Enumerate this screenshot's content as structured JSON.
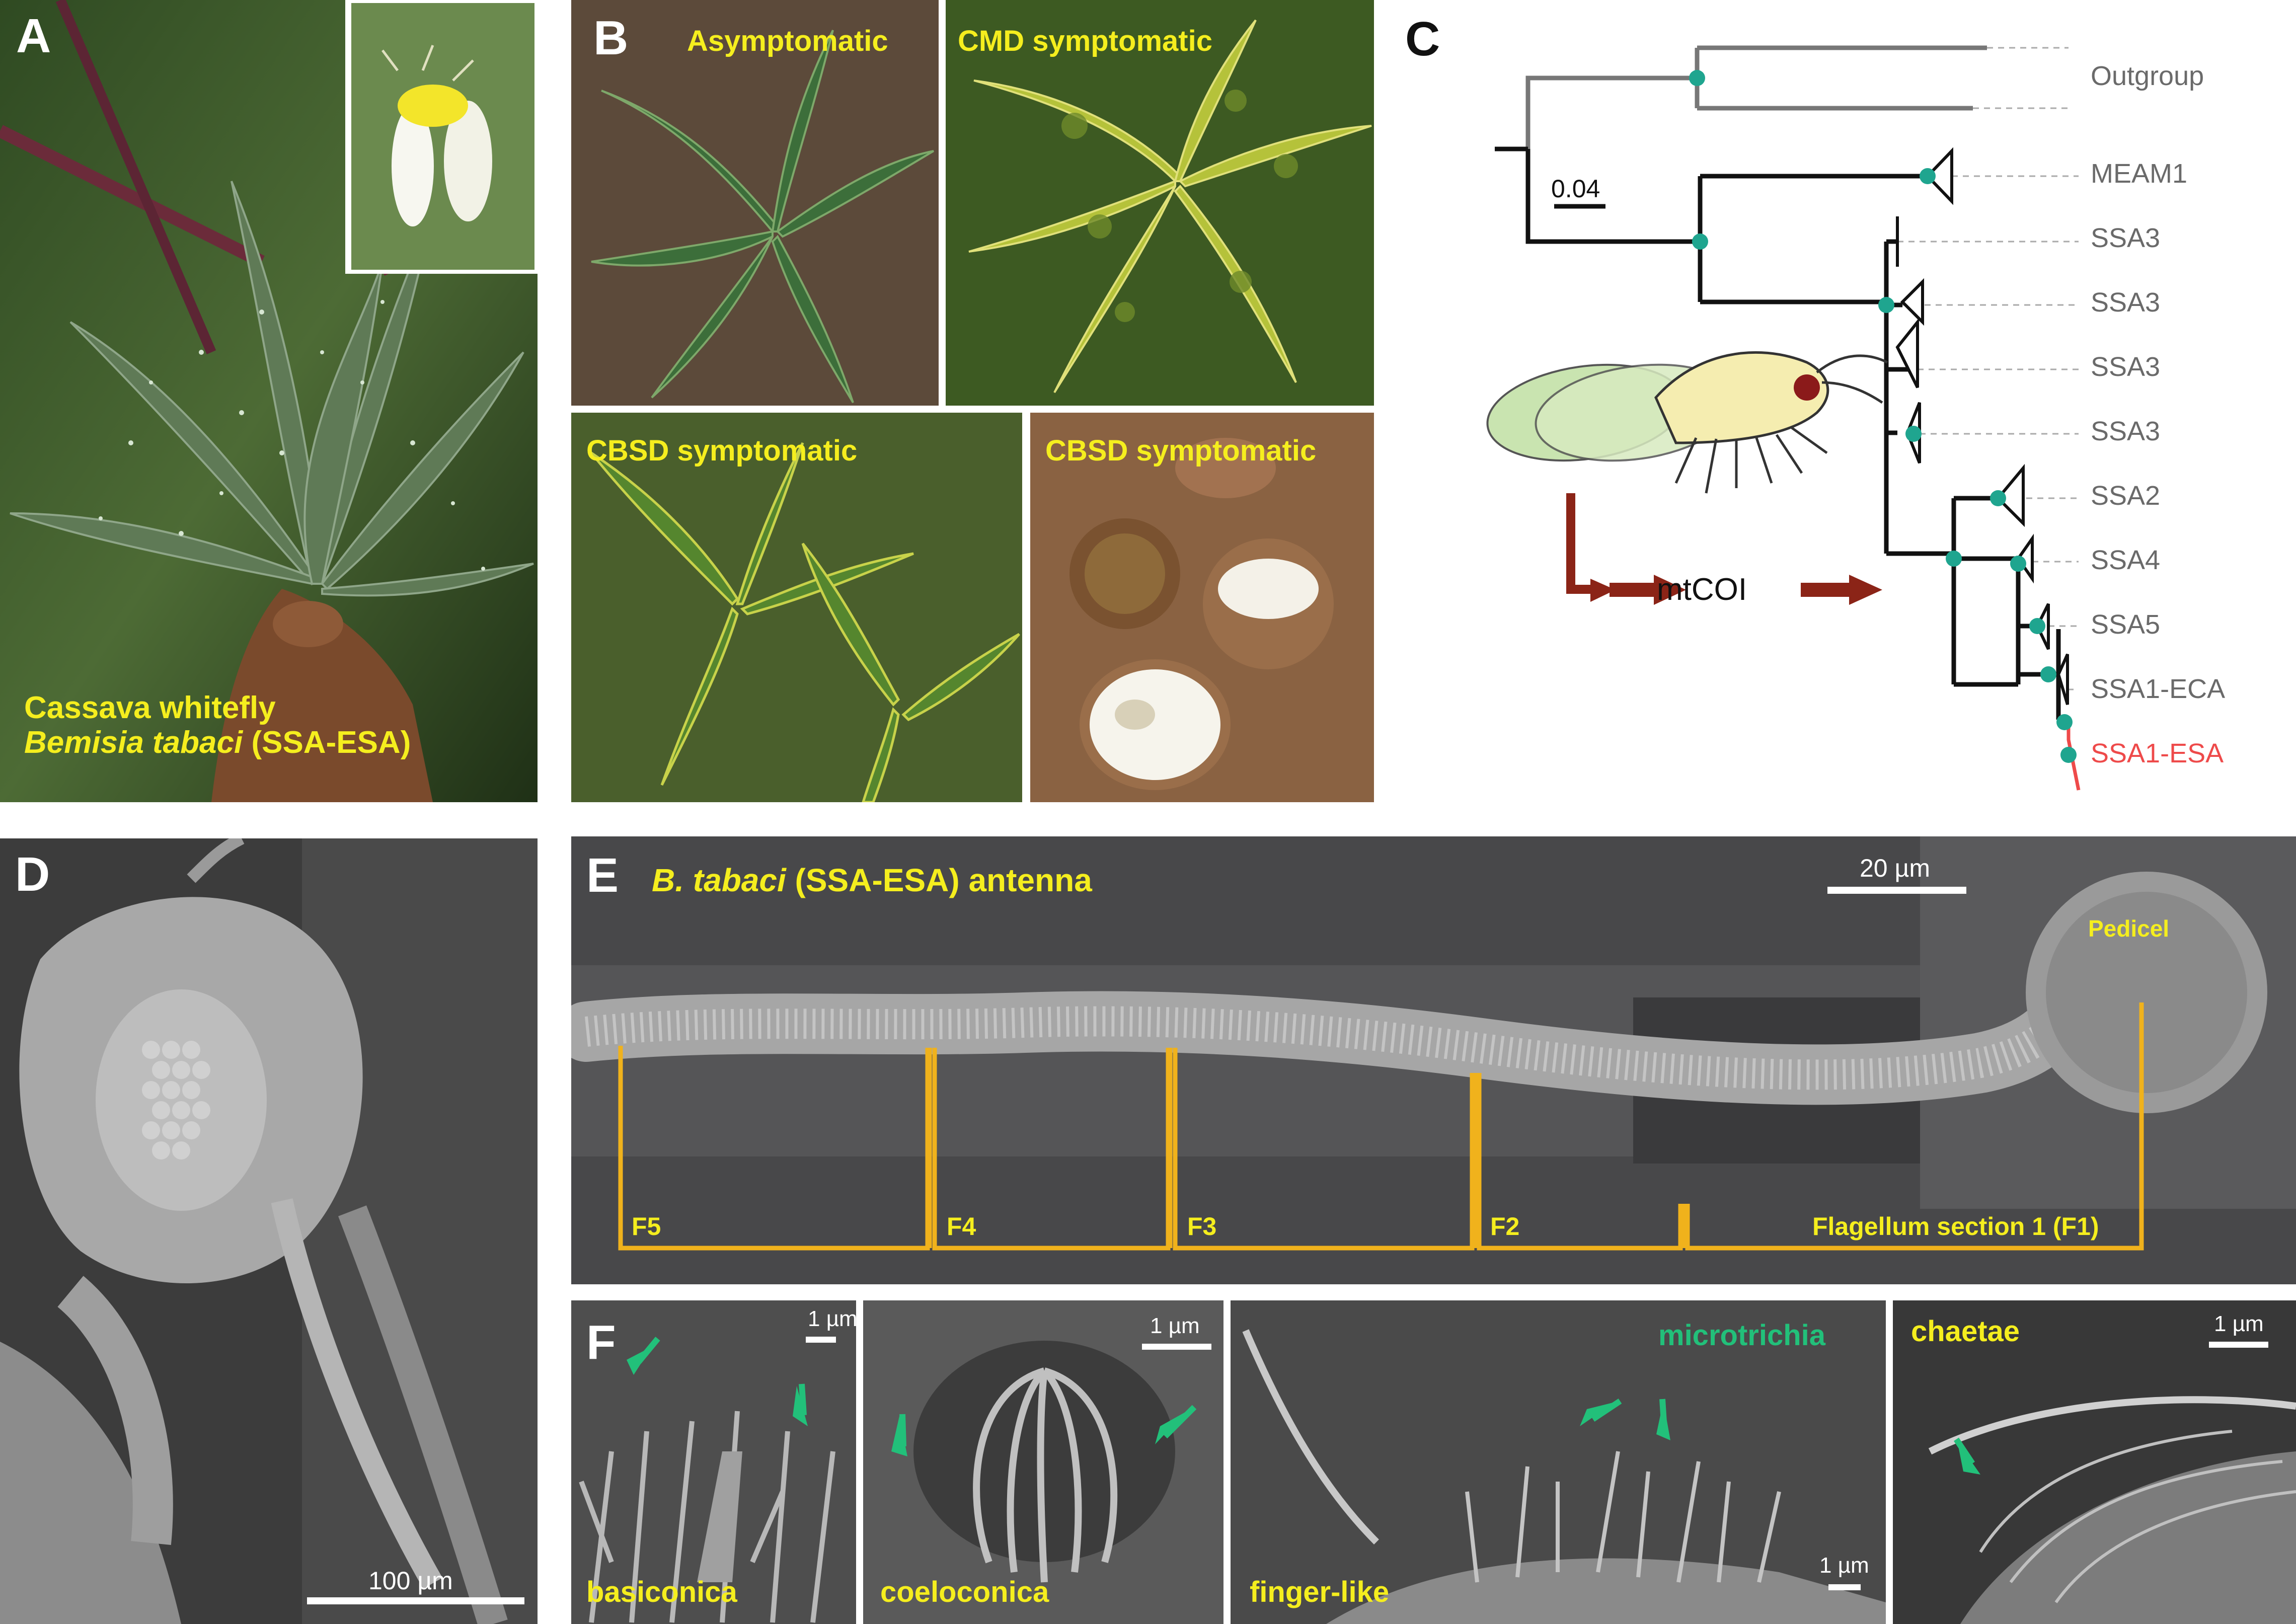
{
  "panel_a": {
    "label": "A",
    "caption_line1": "Cassava whitefly",
    "caption_species": "Bemisia tabaci",
    "caption_strain": "(SSA-ESA)"
  },
  "panel_b": {
    "label": "B",
    "asymptomatic": "Asymptomatic",
    "cmd": "CMD symptomatic",
    "cbsd_leaf": "CBSD symptomatic",
    "cbsd_root": "CBSD symptomatic"
  },
  "panel_c": {
    "label": "C",
    "scale": "0.04",
    "marker": "mtCOI",
    "tips": [
      "Outgroup",
      "MEAM1",
      "SSA3",
      "SSA3",
      "SSA3",
      "SSA3",
      "SSA2",
      "SSA4",
      "SSA5",
      "SSA1-ECA"
    ],
    "highlight_tip": "SSA1-ESA",
    "colors": {
      "node": "#1fa58f",
      "highlight": "#ee4a4a",
      "arrow": "#8b2417",
      "tree": "#111111",
      "outgroup": "#777777"
    }
  },
  "panel_d": {
    "label": "D",
    "scale": "100 µm"
  },
  "panel_e": {
    "label": "E",
    "title_species": "B. tabaci",
    "title_rest": "(SSA-ESA) antenna",
    "scale": "20 µm",
    "pedicel": "Pedicel",
    "segments": [
      "F5",
      "F4",
      "F3",
      "F2",
      "Flagellum section 1 (F1)"
    ]
  },
  "panel_f": {
    "label": "F",
    "basiconica": "basiconica",
    "coeloconica": "coeloconica",
    "finger": "finger-like",
    "microtrichia": "microtrichia",
    "chaetae": "chaetae",
    "scale_1um": "1 µm"
  }
}
